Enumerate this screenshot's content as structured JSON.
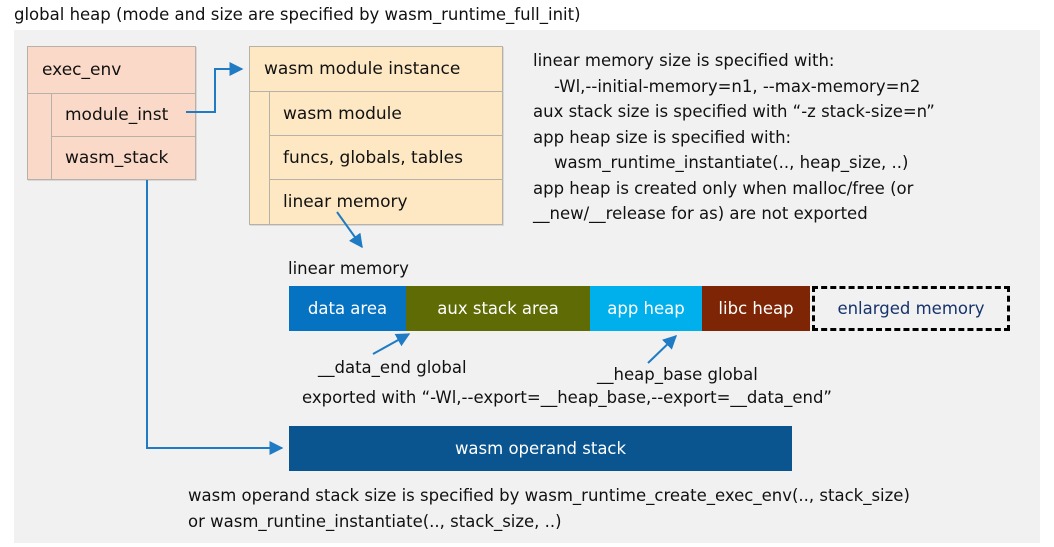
{
  "page": {
    "title": "global heap (mode and size are specified by wasm_runtime_full_init)"
  },
  "exec_env": {
    "header": "exec_env",
    "rows": [
      {
        "label": "module_inst"
      },
      {
        "label": "wasm_stack"
      }
    ]
  },
  "module_instance": {
    "header": "wasm module instance",
    "rows": [
      {
        "label": "wasm module"
      },
      {
        "label": "funcs, globals, tables"
      },
      {
        "label": "linear memory"
      }
    ]
  },
  "notes": {
    "linear_memory": "linear memory size is specified with:\n    -Wl,--initial-memory=n1, --max-memory=n2\naux stack size is specified with “-z stack-size=n”\napp heap size is specified with:\n    wasm_runtime_instantiate(.., heap_size, ..)\napp heap is created only when malloc/free (or\n__new/__release for as) are not exported",
    "operand_stack": "wasm operand stack size is specified by wasm_runtime_create_exec_env(.., stack_size)\nor wasm_runtine_instantiate(.., stack_size, ..)"
  },
  "linear_memory": {
    "label": "linear memory",
    "segments": [
      {
        "label": "data area",
        "color": "#0673c2",
        "width": 117
      },
      {
        "label": "aux stack area",
        "color": "#5f6b04",
        "width": 184
      },
      {
        "label": "app heap",
        "color": "#00b0ec",
        "width": 112
      },
      {
        "label": "libc heap",
        "color": "#7d2504",
        "width": 108
      },
      {
        "label": "enlarged memory",
        "color": "#f1f1f1",
        "width": 198
      }
    ],
    "annotations": {
      "data_end": "__data_end global",
      "heap_base": "__heap_base global",
      "export": "exported with “-Wl,--export=__heap_base,--export=__data_end”"
    }
  },
  "operand_stack": {
    "label": "wasm operand stack"
  },
  "colors": {
    "panel_bg": "#f1f1f1",
    "exec_env_fill": "#fbd9c8",
    "module_inst_fill": "#fde8c3",
    "box_border": "#b6b2a8",
    "connector": "#1f7bc4",
    "operand_stack_fill": "#0a5490",
    "enlarged_text": "#16336b"
  }
}
